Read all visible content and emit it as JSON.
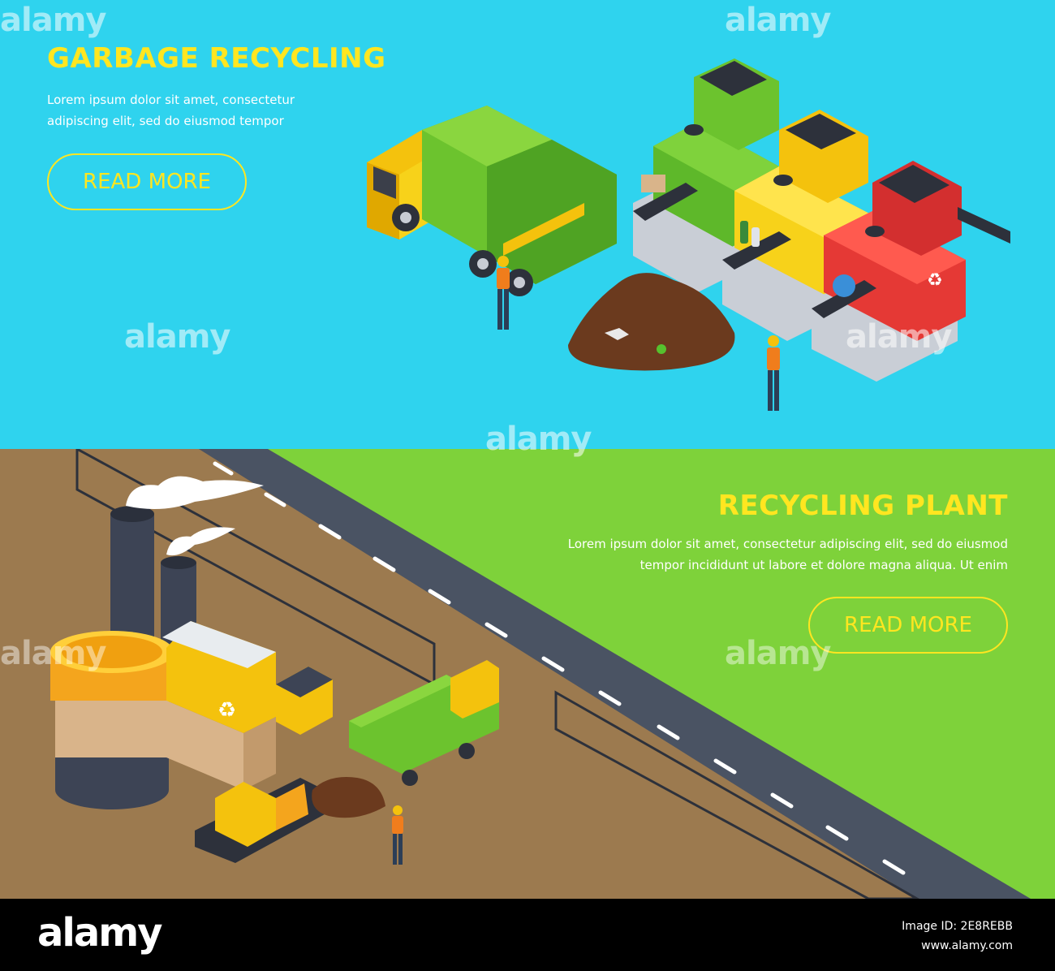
{
  "top_banner": {
    "title": "GARBAGE RECYCLING",
    "description": "Lorem ipsum dolor sit amet, consectetur adipiscing elit, sed do eiusmod tempor",
    "button_label": "READ MORE"
  },
  "bottom_banner": {
    "title": "RECYCLING PLANT",
    "description": "Lorem ipsum dolor sit amet, consectetur adipiscing elit, sed do eiusmod tempor incididunt ut labore et dolore magna aliqua. Ut enim",
    "button_label": "READ MORE"
  },
  "watermark": "alamy",
  "footer": {
    "logo": "alamy",
    "image_id_line": "Image ID: 2E8REBB",
    "url": "www.alamy.com"
  },
  "colors": {
    "top_background": "#2fd3ee",
    "bottom_background": "#7ed23a",
    "accent_yellow": "#ffe620",
    "road": "#4a5363",
    "ground": "#9c7a4f"
  }
}
